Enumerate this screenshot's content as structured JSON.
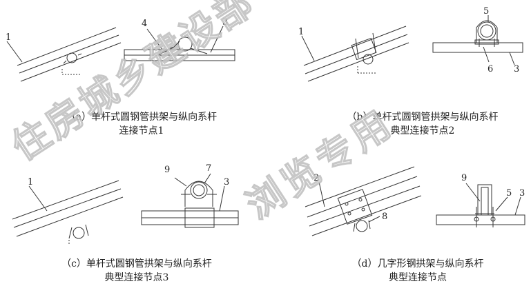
{
  "panels": {
    "a": {
      "caption_line1": "（a）单杆式圆钢管拱架与纵向系杆",
      "caption_line2": "连接节点1",
      "labels": [
        "1",
        "4",
        "3"
      ]
    },
    "b": {
      "caption_line1": "（b）单杆式圆钢管拱架与纵向系杆",
      "caption_line2": "典型连接节点2",
      "labels": [
        "1",
        "5",
        "6",
        "3"
      ]
    },
    "c": {
      "caption_line1": "（c）单杆式圆钢管拱架与纵向系杆",
      "caption_line2": "典型连接节点3",
      "labels": [
        "1",
        "9",
        "7",
        "3"
      ]
    },
    "d": {
      "caption_line1": "（d）几字形钢拱架与纵向系杆",
      "caption_line2": "典型连接节点",
      "labels": [
        "2",
        "8",
        "9",
        "5",
        "3"
      ]
    }
  },
  "watermark": {
    "line1": "住房城乡建设部",
    "line2": "浏览专用"
  },
  "colors": {
    "ink": "#222222",
    "watermark_stroke": "#8c8c8c"
  }
}
